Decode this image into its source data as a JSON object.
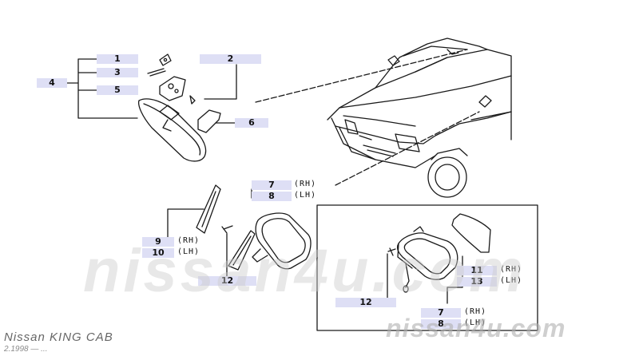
{
  "callouts": {
    "c1": "1",
    "c2": "2",
    "c3": "3",
    "c4": "4",
    "c5": "5",
    "c6": "6",
    "c7a": "7",
    "c8a": "8",
    "c9": "9",
    "c10": "10",
    "c11": "11",
    "c12a": "12",
    "c12b": "12",
    "c13": "13",
    "c7b": "7",
    "c8b": "8"
  },
  "side_labels": {
    "rh": "(RH)",
    "lh": "(LH)"
  },
  "footer": {
    "model": "Nissan KING CAB",
    "period": "2.1998 — ..."
  },
  "watermark": {
    "large": "nissan4u.com",
    "small": "nissan4u.com"
  }
}
